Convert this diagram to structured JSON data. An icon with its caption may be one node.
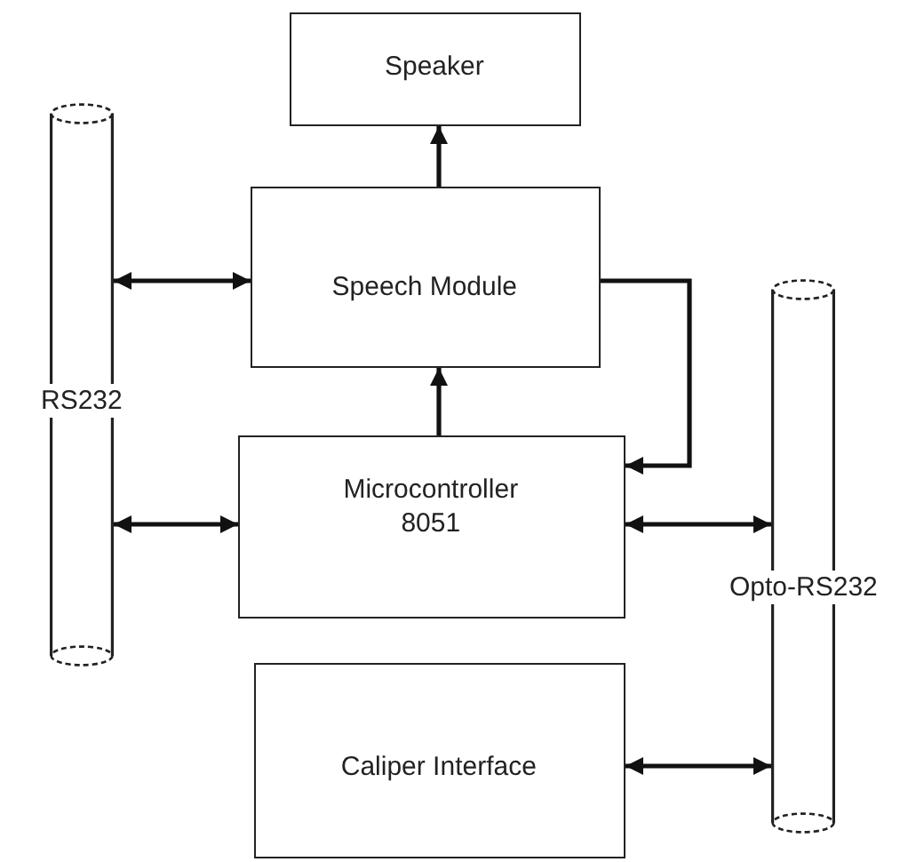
{
  "diagram": {
    "nodes": [
      {
        "text": [
          "Speaker"
        ]
      },
      {
        "text": [
          "RS232"
        ]
      },
      {
        "text": [
          "Speech Module"
        ]
      },
      {
        "text": [
          "Opto-RS232"
        ]
      },
      {
        "text": [
          "Microcontroller 8051"
        ]
      },
      {
        "text": [
          "Caliper Interface"
        ]
      }
    ],
    "edges": [
      {
        "from": 2,
        "to": 0,
        "arrow": "to"
      },
      {
        "from": 1,
        "to": 2,
        "arrow": "both"
      },
      {
        "from": 4,
        "to": 2,
        "arrow": "to"
      },
      {
        "from": 2,
        "to": 4,
        "arrow": "to"
      },
      {
        "from": 1,
        "to": 4,
        "arrow": "both"
      },
      {
        "from": 4,
        "to": 3,
        "arrow": "both"
      },
      {
        "from": 5,
        "to": 3,
        "arrow": "both"
      }
    ]
  }
}
